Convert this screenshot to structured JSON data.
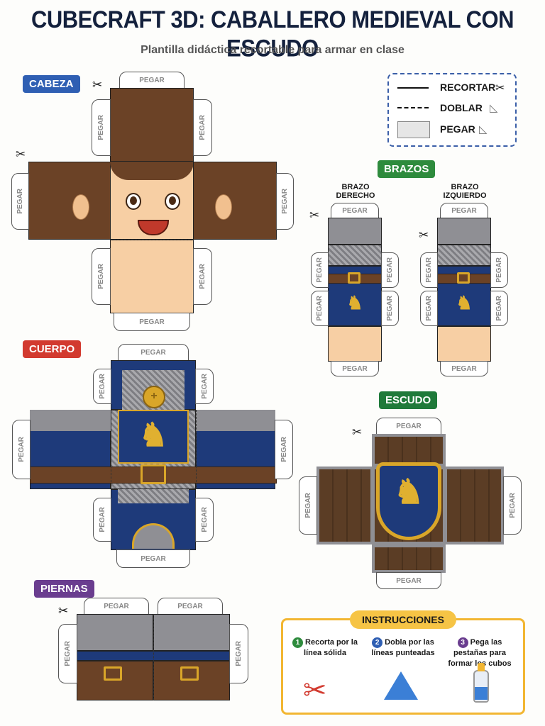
{
  "header": {
    "title": "CUBECRAFT 3D: CABALLERO MEDIEVAL CON ESCUDO",
    "subtitle": "Plantilla didáctica recortable para armar en clase"
  },
  "sections": {
    "cabeza": "CABEZA",
    "brazos": "BRAZOS",
    "cuerpo": "CUERPO",
    "escudo": "ESCUDO",
    "piernas": "PIERNAS"
  },
  "arms": {
    "right": "BRAZO\nDERECHO",
    "left": "BRAZO\nIZQUIERDO"
  },
  "tab_label": "PEGAR",
  "legend": {
    "cut": "RECORTAR",
    "fold": "DOBLAR",
    "glue": "PEGAR"
  },
  "instructions": {
    "title": "INSTRUCCIONES",
    "steps": [
      {
        "num": "1",
        "text": "Recorta por la línea sólida"
      },
      {
        "num": "2",
        "text": "Dobla por las líneas punteadas"
      },
      {
        "num": "3",
        "text": "Pega las pestañas para formar los cubos"
      }
    ]
  },
  "colors": {
    "cabeza": "#2f5fb3",
    "brazos": "#2e8b3d",
    "cuerpo": "#d23a2f",
    "escudo": "#1f7a3a",
    "piernas": "#6a3d8f",
    "step1": "#2e8b3d",
    "step2": "#2f5fb3",
    "step3": "#6a3d8f"
  }
}
